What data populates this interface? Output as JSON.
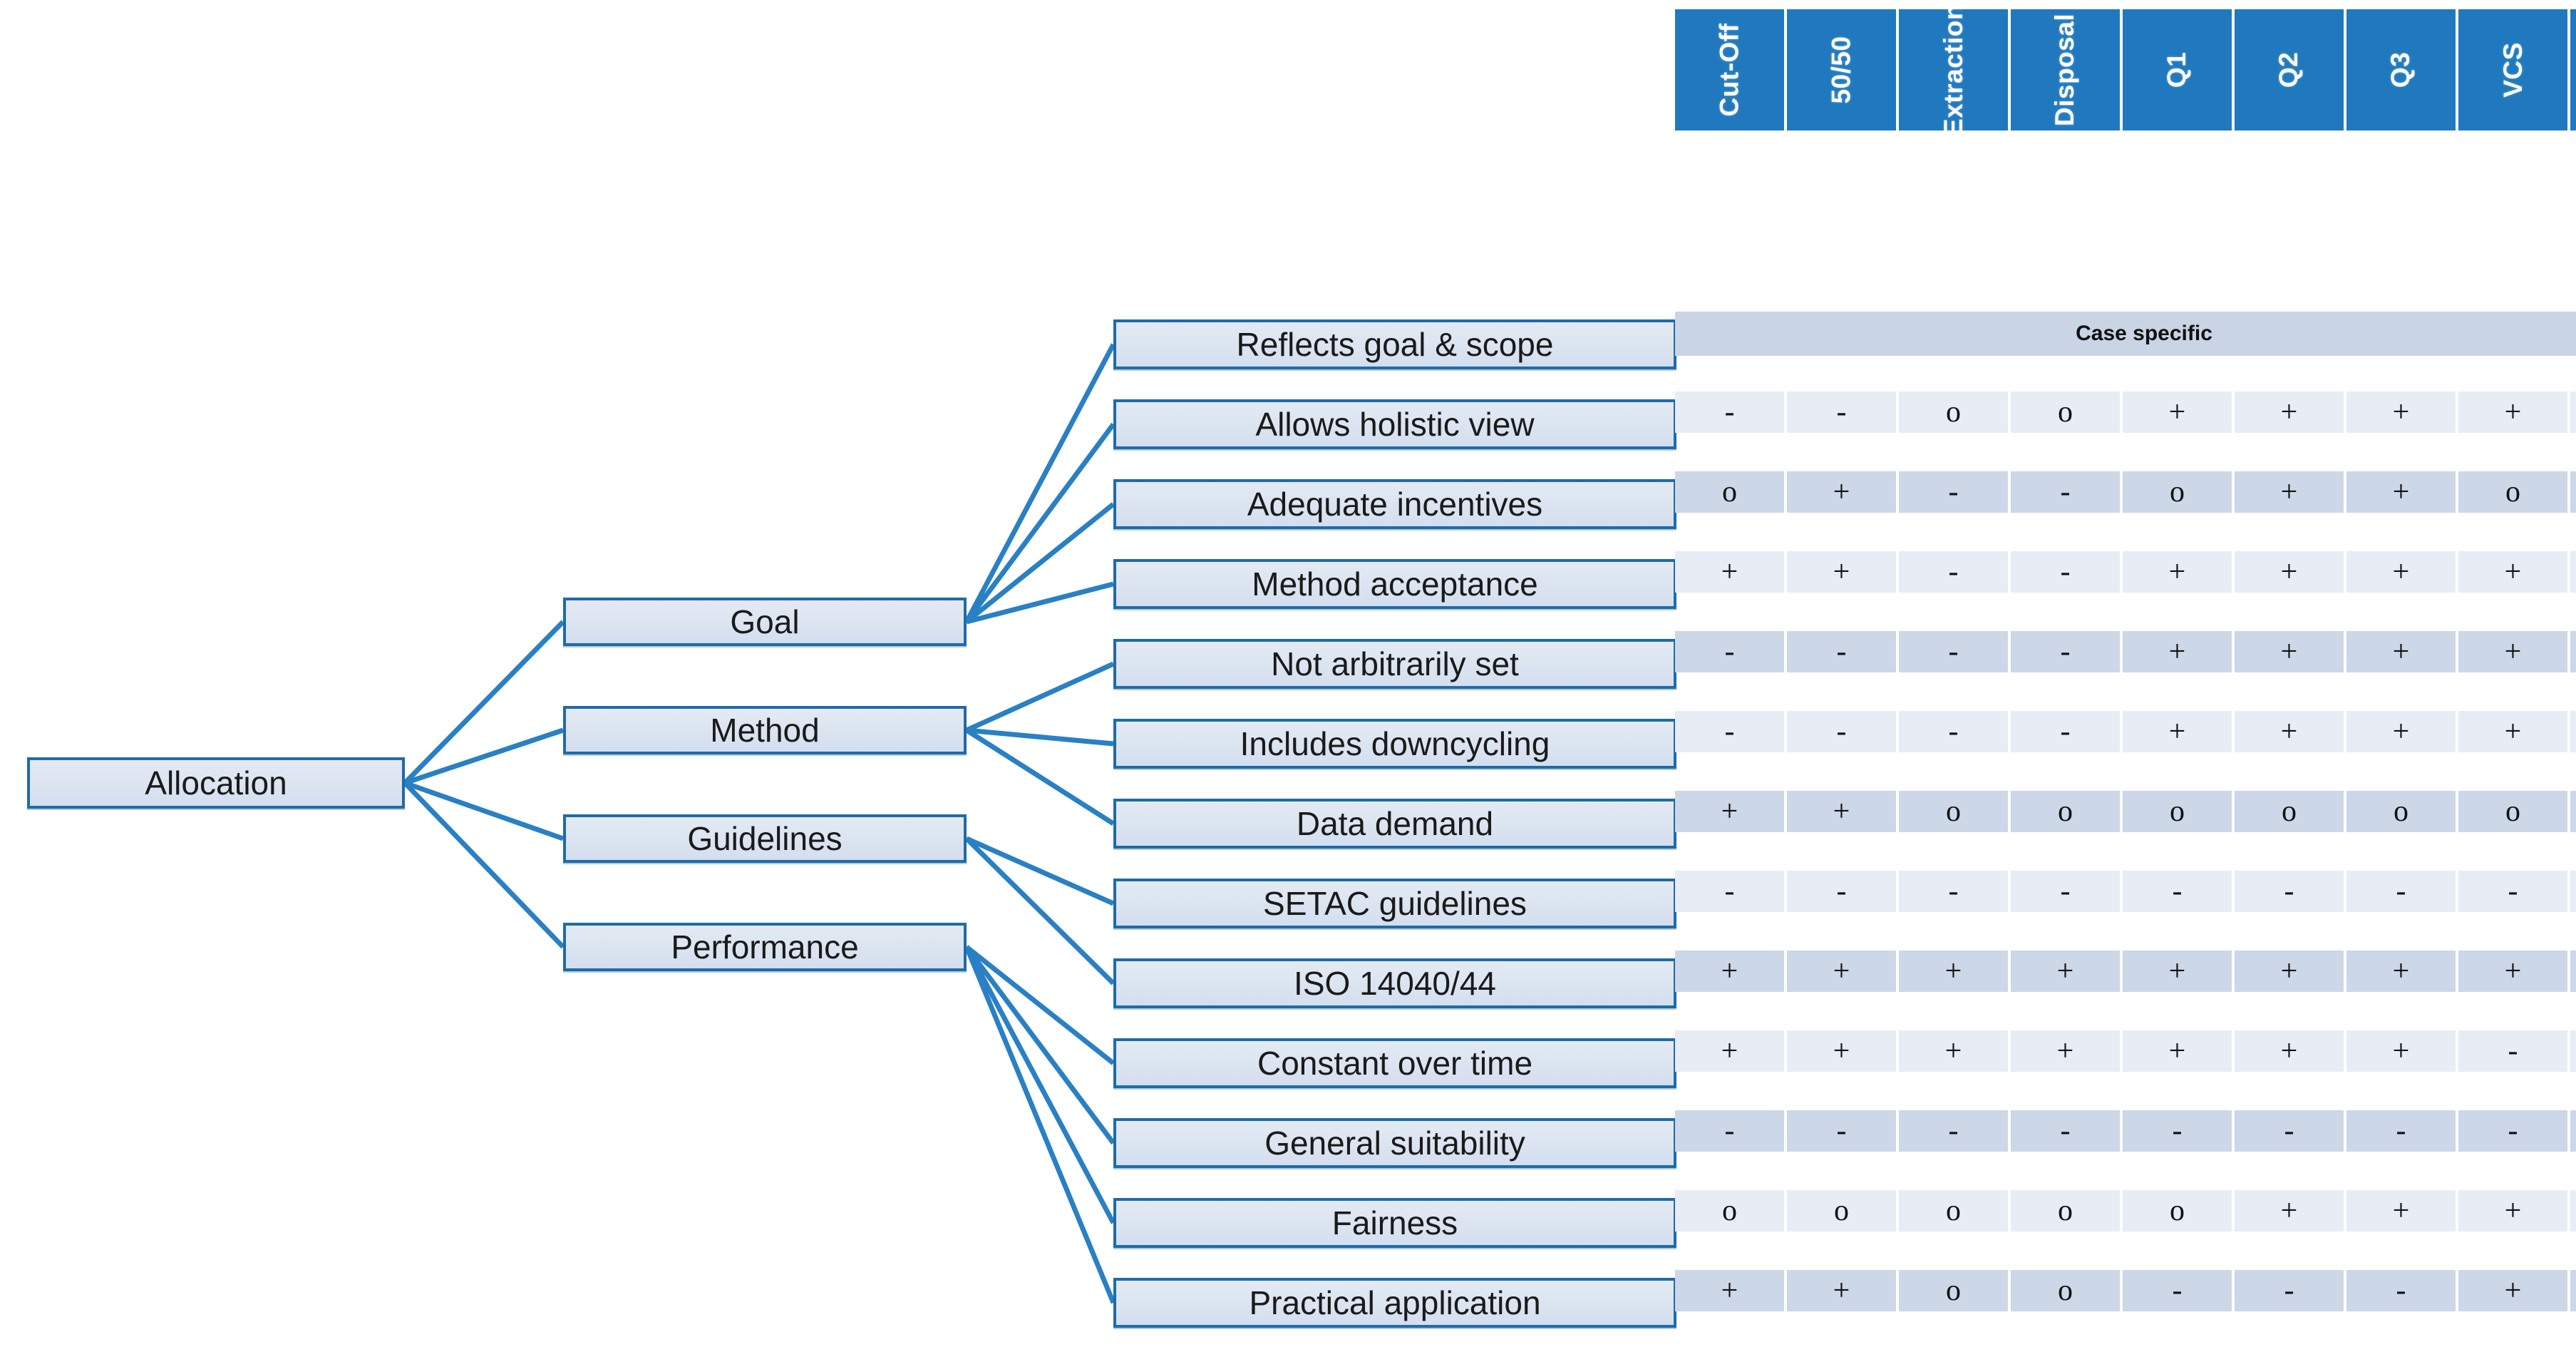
{
  "diagram": {
    "root": {
      "label": "Allocation"
    },
    "categories": [
      {
        "label": "Goal"
      },
      {
        "label": "Method"
      },
      {
        "label": "Guidelines"
      },
      {
        "label": "Performance"
      }
    ],
    "criteria": [
      {
        "label": "Reflects goal & scope",
        "parent": "Goal"
      },
      {
        "label": "Allows holistic view",
        "parent": "Goal"
      },
      {
        "label": "Adequate incentives",
        "parent": "Goal"
      },
      {
        "label": "Method acceptance",
        "parent": "Goal"
      },
      {
        "label": "Not arbitrarily set",
        "parent": "Method"
      },
      {
        "label": "Includes downcycling",
        "parent": "Method"
      },
      {
        "label": "Data demand",
        "parent": "Method"
      },
      {
        "label": "SETAC guidelines",
        "parent": "Guidelines"
      },
      {
        "label": "ISO 14040/44",
        "parent": "Guidelines"
      },
      {
        "label": "Constant over time",
        "parent": "Performance"
      },
      {
        "label": "General suitability",
        "parent": "Performance"
      },
      {
        "label": "Fairness",
        "parent": "Performance"
      },
      {
        "label": "Practical application",
        "parent": "Performance"
      }
    ]
  },
  "matrix": {
    "columns": [
      "Cut-Off",
      "50/50",
      "Extraction",
      "Disposal",
      "Q1",
      "Q2",
      "Q3",
      "VCS"
    ],
    "merged_row_label": "Case specific",
    "rows": [
      {
        "criterion": "Reflects goal & scope",
        "merged": true,
        "merged_text": "Case specific",
        "values": []
      },
      {
        "criterion": "Allows holistic view",
        "merged": false,
        "values": [
          "-",
          "-",
          "o",
          "o",
          "+",
          "+",
          "+",
          "+"
        ]
      },
      {
        "criterion": "Adequate incentives",
        "merged": false,
        "values": [
          "o",
          "+",
          "-",
          "-",
          "o",
          "+",
          "+",
          "o"
        ]
      },
      {
        "criterion": "Method acceptance",
        "merged": false,
        "values": [
          "+",
          "+",
          "-",
          "-",
          "+",
          "+",
          "+",
          "+"
        ]
      },
      {
        "criterion": "Not arbitrarily set",
        "merged": false,
        "values": [
          "-",
          "-",
          "-",
          "-",
          "+",
          "+",
          "+",
          "+"
        ]
      },
      {
        "criterion": "Includes downcycling",
        "merged": false,
        "values": [
          "-",
          "-",
          "-",
          "-",
          "+",
          "+",
          "+",
          "+"
        ]
      },
      {
        "criterion": "Data demand",
        "merged": false,
        "values": [
          "+",
          "+",
          "o",
          "o",
          "o",
          "o",
          "o",
          "o"
        ]
      },
      {
        "criterion": "SETAC guidelines",
        "merged": false,
        "values": [
          "-",
          "-",
          "-",
          "-",
          "-",
          "-",
          "-",
          "-"
        ]
      },
      {
        "criterion": "ISO 14040/44",
        "merged": false,
        "values": [
          "+",
          "+",
          "+",
          "+",
          "+",
          "+",
          "+",
          "+"
        ]
      },
      {
        "criterion": "Constant over time",
        "merged": false,
        "values": [
          "+",
          "+",
          "+",
          "+",
          "+",
          "+",
          "+",
          "-"
        ]
      },
      {
        "criterion": "General suitability",
        "merged": false,
        "values": [
          "-",
          "-",
          "-",
          "-",
          "-",
          "-",
          "-",
          "-"
        ]
      },
      {
        "criterion": "Fairness",
        "merged": false,
        "values": [
          "o",
          "o",
          "o",
          "o",
          "o",
          "+",
          "+",
          "+"
        ]
      },
      {
        "criterion": "Practical application",
        "merged": false,
        "values": [
          "+",
          "+",
          "o",
          "o",
          "-",
          "-",
          "-",
          "+"
        ]
      }
    ]
  },
  "colors": {
    "header_blue": "#2079be",
    "node_border": "#1f6ba8",
    "node_fill": "#dce5f0",
    "connector": "#2980c4",
    "row_light": "#e7ecf5",
    "row_dark": "#ccd7e7",
    "merged_row": "#c9d4e4"
  }
}
